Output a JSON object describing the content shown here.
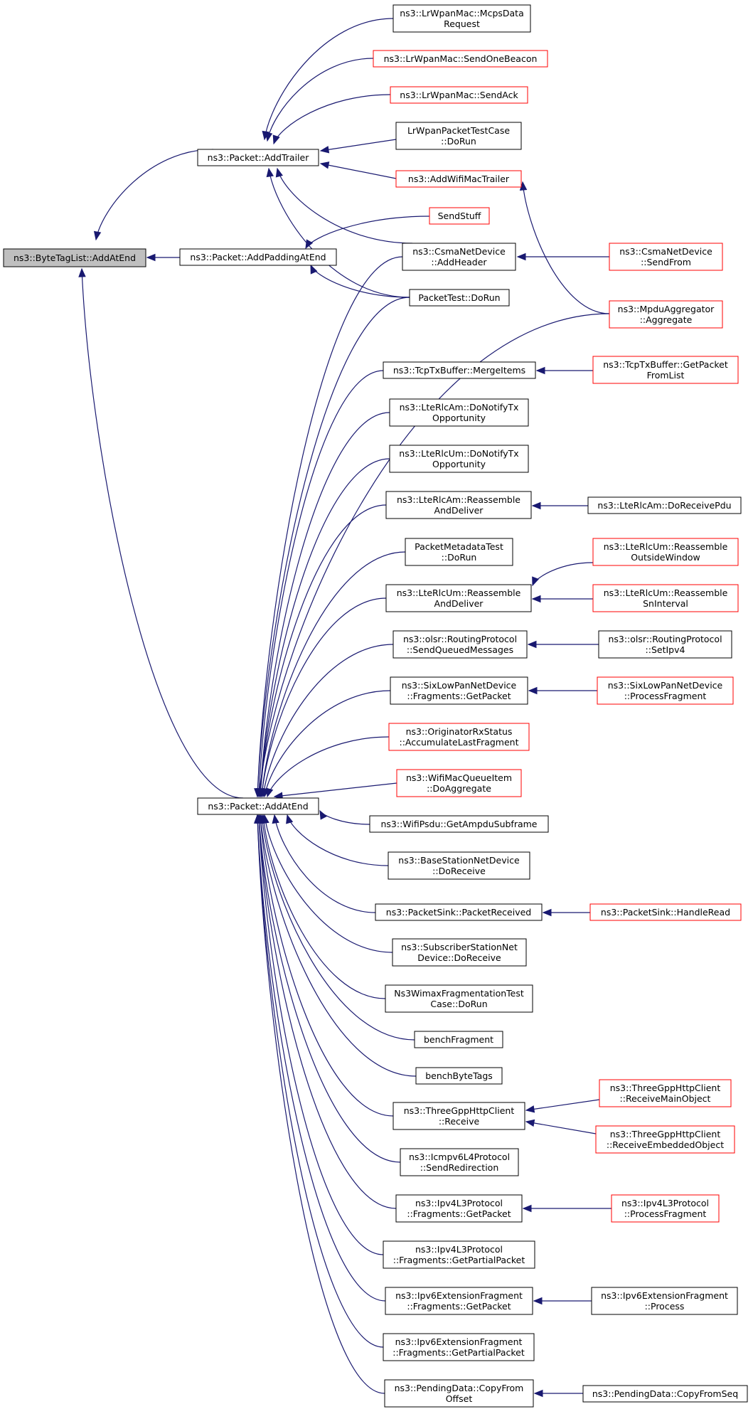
{
  "root": "ns3::ByteTagList::AddAtEnd",
  "colors": {
    "edge": "#191970",
    "link_border": "#ff0000",
    "node_border": "#000000",
    "root_fill": "#bfbfbf"
  },
  "nodes": {
    "root": {
      "lines": [
        "ns3::ByteTagList::AddAtEnd"
      ]
    },
    "addTrailer": {
      "lines": [
        "ns3::Packet::AddTrailer"
      ]
    },
    "addPadding": {
      "lines": [
        "ns3::Packet::AddPaddingAtEnd"
      ]
    },
    "addAtEnd": {
      "lines": [
        "ns3::Packet::AddAtEnd"
      ]
    },
    "mcpsData": {
      "lines": [
        "ns3::LrWpanMac::McpsData",
        "Request"
      ]
    },
    "sendOneBeacon": {
      "lines": [
        "ns3::LrWpanMac::SendOneBeacon"
      ],
      "red": true
    },
    "sendAck": {
      "lines": [
        "ns3::LrWpanMac::SendAck"
      ],
      "red": true
    },
    "lrwpanTest": {
      "lines": [
        "LrWpanPacketTestCase",
        "::DoRun"
      ]
    },
    "addWifiMacTrailer": {
      "lines": [
        "ns3::AddWifiMacTrailer"
      ],
      "red": true
    },
    "sendStuff": {
      "lines": [
        "SendStuff"
      ],
      "red": true
    },
    "csmaAddHeader": {
      "lines": [
        "ns3::CsmaNetDevice",
        "::AddHeader"
      ]
    },
    "csmaSendFrom": {
      "lines": [
        "ns3::CsmaNetDevice",
        "::SendFrom"
      ],
      "red": true
    },
    "packetTest": {
      "lines": [
        "PacketTest::DoRun"
      ]
    },
    "mpduAggregate": {
      "lines": [
        "ns3::MpduAggregator",
        "::Aggregate"
      ],
      "red": true
    },
    "tcpMerge": {
      "lines": [
        "ns3::TcpTxBuffer::MergeItems"
      ]
    },
    "tcpGetPacket": {
      "lines": [
        "ns3::TcpTxBuffer::GetPacket",
        "FromList"
      ],
      "red": true
    },
    "amNotify": {
      "lines": [
        "ns3::LteRlcAm::DoNotifyTx",
        "Opportunity"
      ]
    },
    "umNotify": {
      "lines": [
        "ns3::LteRlcUm::DoNotifyTx",
        "Opportunity"
      ]
    },
    "amReassemble": {
      "lines": [
        "ns3::LteRlcAm::Reassemble",
        "AndDeliver"
      ]
    },
    "amReceivePdu": {
      "lines": [
        "ns3::LteRlcAm::DoReceivePdu"
      ]
    },
    "pktMetaTest": {
      "lines": [
        "PacketMetadataTest",
        "::DoRun"
      ]
    },
    "umReassemble": {
      "lines": [
        "ns3::LteRlcUm::Reassemble",
        "AndDeliver"
      ]
    },
    "umOutside": {
      "lines": [
        "ns3::LteRlcUm::Reassemble",
        "OutsideWindow"
      ],
      "red": true
    },
    "umSnInterval": {
      "lines": [
        "ns3::LteRlcUm::Reassemble",
        "SnInterval"
      ],
      "red": true
    },
    "olsrSend": {
      "lines": [
        "ns3::olsr::RoutingProtocol",
        "::SendQueuedMessages"
      ]
    },
    "olsrSetIpv4": {
      "lines": [
        "ns3::olsr::RoutingProtocol",
        "::SetIpv4"
      ]
    },
    "sixFrag": {
      "lines": [
        "ns3::SixLowPanNetDevice",
        "::Fragments::GetPacket"
      ]
    },
    "sixProcess": {
      "lines": [
        "ns3::SixLowPanNetDevice",
        "::ProcessFragment"
      ],
      "red": true
    },
    "origRx": {
      "lines": [
        "ns3::OriginatorRxStatus",
        "::AccumulateLastFragment"
      ],
      "red": true
    },
    "wifiQueueItem": {
      "lines": [
        "ns3::WifiMacQueueItem",
        "::DoAggregate"
      ],
      "red": true
    },
    "wifiPsdu": {
      "lines": [
        "ns3::WifiPsdu::GetAmpduSubframe"
      ]
    },
    "bsReceive": {
      "lines": [
        "ns3::BaseStationNetDevice",
        "::DoReceive"
      ]
    },
    "sinkReceived": {
      "lines": [
        "ns3::PacketSink::PacketReceived"
      ]
    },
    "sinkRead": {
      "lines": [
        "ns3::PacketSink::HandleRead"
      ],
      "red": true
    },
    "ssReceive": {
      "lines": [
        "ns3::SubscriberStationNet",
        "Device::DoReceive"
      ]
    },
    "wimaxTest": {
      "lines": [
        "Ns3WimaxFragmentationTest",
        "Case::DoRun"
      ]
    },
    "benchFragment": {
      "lines": [
        "benchFragment"
      ]
    },
    "benchByteTags": {
      "lines": [
        "benchByteTags"
      ]
    },
    "httpReceive": {
      "lines": [
        "ns3::ThreeGppHttpClient",
        "::Receive"
      ]
    },
    "httpMain": {
      "lines": [
        "ns3::ThreeGppHttpClient",
        "::ReceiveMainObject"
      ],
      "red": true
    },
    "httpEmbedded": {
      "lines": [
        "ns3::ThreeGppHttpClient",
        "::ReceiveEmbeddedObject"
      ],
      "red": true
    },
    "icmpv6": {
      "lines": [
        "ns3::Icmpv6L4Protocol",
        "::SendRedirection"
      ]
    },
    "ipv4Frag": {
      "lines": [
        "ns3::Ipv4L3Protocol",
        "::Fragments::GetPacket"
      ]
    },
    "ipv4Process": {
      "lines": [
        "ns3::Ipv4L3Protocol",
        "::ProcessFragment"
      ],
      "red": true
    },
    "ipv4Partial": {
      "lines": [
        "ns3::Ipv4L3Protocol",
        "::Fragments::GetPartialPacket"
      ]
    },
    "ipv6Frag": {
      "lines": [
        "ns3::Ipv6ExtensionFragment",
        "::Fragments::GetPacket"
      ]
    },
    "ipv6Process": {
      "lines": [
        "ns3::Ipv6ExtensionFragment",
        "::Process"
      ]
    },
    "ipv6Partial": {
      "lines": [
        "ns3::Ipv6ExtensionFragment",
        "::Fragments::GetPartialPacket"
      ]
    },
    "pendingCopy": {
      "lines": [
        "ns3::PendingData::CopyFrom",
        "Offset"
      ]
    },
    "pendingCopySeq": {
      "lines": [
        "ns3::PendingData::CopyFromSeq"
      ]
    }
  },
  "edges": [
    [
      "addTrailer",
      "root"
    ],
    [
      "addPadding",
      "root"
    ],
    [
      "addAtEnd",
      "root"
    ],
    [
      "mcpsData",
      "addTrailer"
    ],
    [
      "sendOneBeacon",
      "addTrailer"
    ],
    [
      "sendAck",
      "addTrailer"
    ],
    [
      "lrwpanTest",
      "addTrailer"
    ],
    [
      "addWifiMacTrailer",
      "addTrailer"
    ],
    [
      "csmaAddHeader",
      "addTrailer"
    ],
    [
      "packetTest",
      "addTrailer"
    ],
    [
      "sendStuff",
      "addPadding"
    ],
    [
      "packetTest",
      "addPadding"
    ],
    [
      "mpduAggregate",
      "addWifiMacTrailer"
    ],
    [
      "csmaSendFrom",
      "csmaAddHeader"
    ],
    [
      "csmaAddHeader",
      "addAtEnd"
    ],
    [
      "packetTest",
      "addAtEnd"
    ],
    [
      "mpduAggregate",
      "addAtEnd"
    ],
    [
      "tcpMerge",
      "addAtEnd"
    ],
    [
      "amNotify",
      "addAtEnd"
    ],
    [
      "umNotify",
      "addAtEnd"
    ],
    [
      "amReassemble",
      "addAtEnd"
    ],
    [
      "pktMetaTest",
      "addAtEnd"
    ],
    [
      "umReassemble",
      "addAtEnd"
    ],
    [
      "olsrSend",
      "addAtEnd"
    ],
    [
      "sixFrag",
      "addAtEnd"
    ],
    [
      "origRx",
      "addAtEnd"
    ],
    [
      "wifiQueueItem",
      "addAtEnd"
    ],
    [
      "wifiPsdu",
      "addAtEnd"
    ],
    [
      "bsReceive",
      "addAtEnd"
    ],
    [
      "sinkReceived",
      "addAtEnd"
    ],
    [
      "ssReceive",
      "addAtEnd"
    ],
    [
      "wimaxTest",
      "addAtEnd"
    ],
    [
      "benchFragment",
      "addAtEnd"
    ],
    [
      "benchByteTags",
      "addAtEnd"
    ],
    [
      "httpReceive",
      "addAtEnd"
    ],
    [
      "icmpv6",
      "addAtEnd"
    ],
    [
      "ipv4Frag",
      "addAtEnd"
    ],
    [
      "ipv4Partial",
      "addAtEnd"
    ],
    [
      "ipv6Frag",
      "addAtEnd"
    ],
    [
      "ipv6Partial",
      "addAtEnd"
    ],
    [
      "pendingCopy",
      "addAtEnd"
    ],
    [
      "tcpGetPacket",
      "tcpMerge"
    ],
    [
      "amReceivePdu",
      "amReassemble"
    ],
    [
      "umOutside",
      "umReassemble"
    ],
    [
      "umSnInterval",
      "umReassemble"
    ],
    [
      "olsrSetIpv4",
      "olsrSend"
    ],
    [
      "sixProcess",
      "sixFrag"
    ],
    [
      "sinkRead",
      "sinkReceived"
    ],
    [
      "httpMain",
      "httpReceive"
    ],
    [
      "httpEmbedded",
      "httpReceive"
    ],
    [
      "ipv4Process",
      "ipv4Frag"
    ],
    [
      "ipv6Process",
      "ipv6Frag"
    ],
    [
      "pendingCopySeq",
      "pendingCopy"
    ]
  ]
}
